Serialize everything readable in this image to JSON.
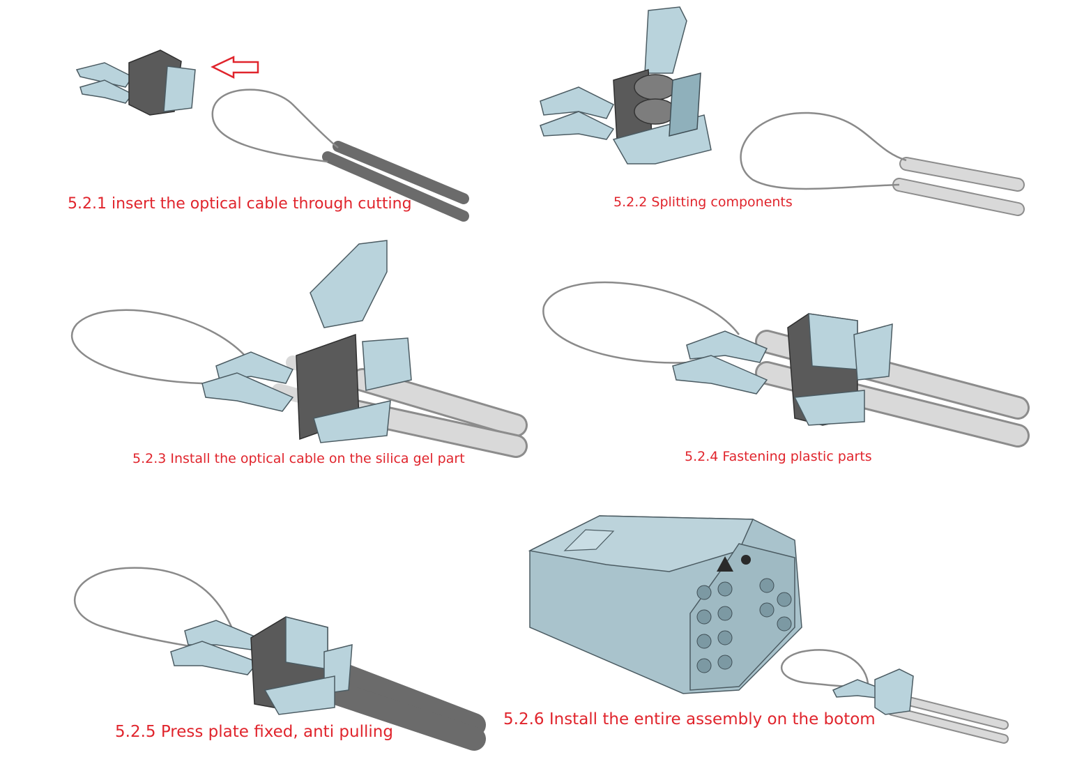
{
  "steps": [
    {
      "id": "5.2.1",
      "caption": "5.2.1 insert the optical cable through cutting"
    },
    {
      "id": "5.2.2",
      "caption": "5.2.2 Splitting components"
    },
    {
      "id": "5.2.3",
      "caption": "5.2.3 Install the optical cable on the silica gel part"
    },
    {
      "id": "5.2.4",
      "caption": "5.2.4 Fastening plastic parts"
    },
    {
      "id": "5.2.5",
      "caption": "5.2.5 Press plate fixed, anti pulling"
    },
    {
      "id": "5.2.6",
      "caption": "5.2.6 Install the entire assembly on the botom"
    }
  ],
  "colors": {
    "caption": "#e0242c",
    "arrow": "#e0242c",
    "metal": "#b9d3dc",
    "gel": "#5a5a5a"
  },
  "icons": {
    "direction_arrow": "left-arrow-icon"
  }
}
